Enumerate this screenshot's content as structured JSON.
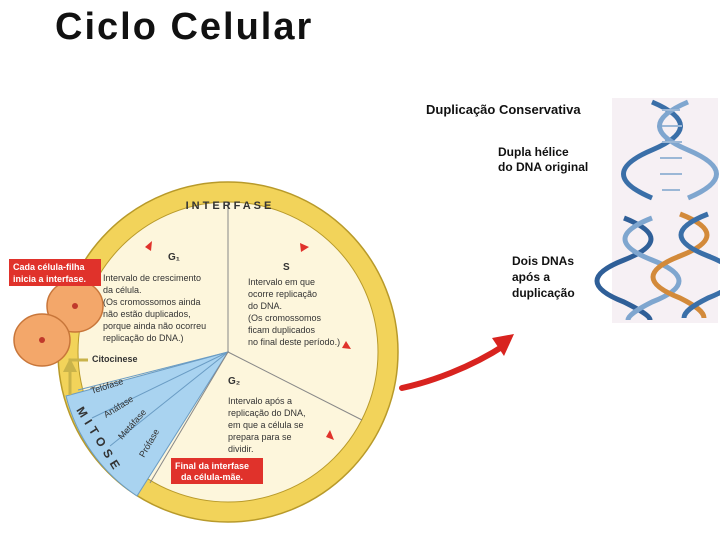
{
  "title": "Ciclo Celular",
  "cycle": {
    "ring_label": "INTERFASE",
    "mitosis_label": "MITOSE",
    "g1": {
      "name": "G₁",
      "lines": [
        "Intervalo de crescimento",
        "da célula.",
        "(Os cromossomos ainda",
        "não estão duplicados,",
        "porque ainda não ocorreu",
        "replicação do DNA.)"
      ]
    },
    "s": {
      "name": "S",
      "lines": [
        "Intervalo em que",
        "ocorre replicação",
        "do DNA.",
        "(Os cromossomos",
        "ficam duplicados",
        "no final deste período.)"
      ]
    },
    "g2": {
      "name": "G₂",
      "lines": [
        "Intervalo após a",
        "replicação do DNA,",
        "em que a célula se",
        "prepara para se",
        "dividir."
      ]
    },
    "phases": [
      "Telófase",
      "Anáfase",
      "Metáfase",
      "Prófase"
    ],
    "cytokinesis": "Citocinese",
    "daughter_note": [
      "Cada célula-filha",
      "inicia a interfase."
    ],
    "mother_note": [
      "Final da interfase",
      "da célula-mãe."
    ]
  },
  "dna_panel": {
    "heading": "Duplicação Conservativa",
    "original_label": [
      "Dupla hélice",
      "do DNA original"
    ],
    "after_label": [
      "Dois DNAs",
      "após a",
      "duplicação"
    ]
  },
  "colors": {
    "ring": "#f2d35a",
    "ring_edge": "#b89a2a",
    "disc": "#fdf6dc",
    "mitosis": "#a9d3f0",
    "note_red": "#e0322b",
    "arrow_red": "#d8231f",
    "helix_blue": "#3a6fa8",
    "helix_orange": "#d38a3a"
  }
}
